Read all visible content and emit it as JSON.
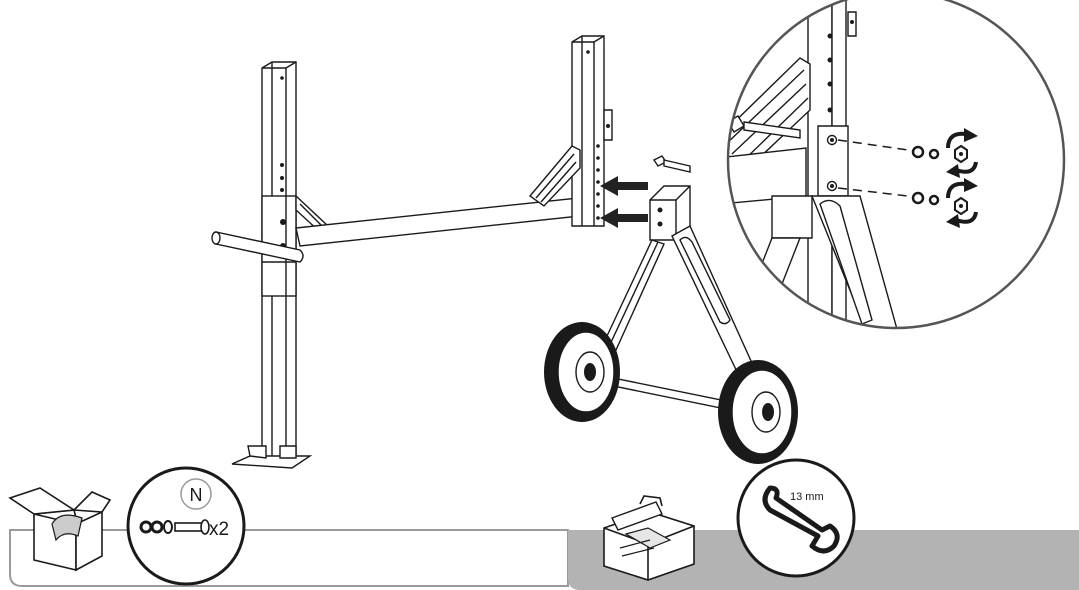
{
  "parts_bag": {
    "letter": "N",
    "quantity": "x2"
  },
  "tool": {
    "size_label": "13 mm"
  },
  "colors": {
    "line": "#1a1a1a",
    "shade": "#d9d9d9",
    "panel_gray": "#b3b3b3",
    "arrow": "#222222"
  },
  "icons": [
    "box-icon",
    "hardware-bag-icon",
    "toolbox-icon",
    "wrench-icon",
    "rotate-arrow-icon",
    "insert-arrow-icon"
  ]
}
